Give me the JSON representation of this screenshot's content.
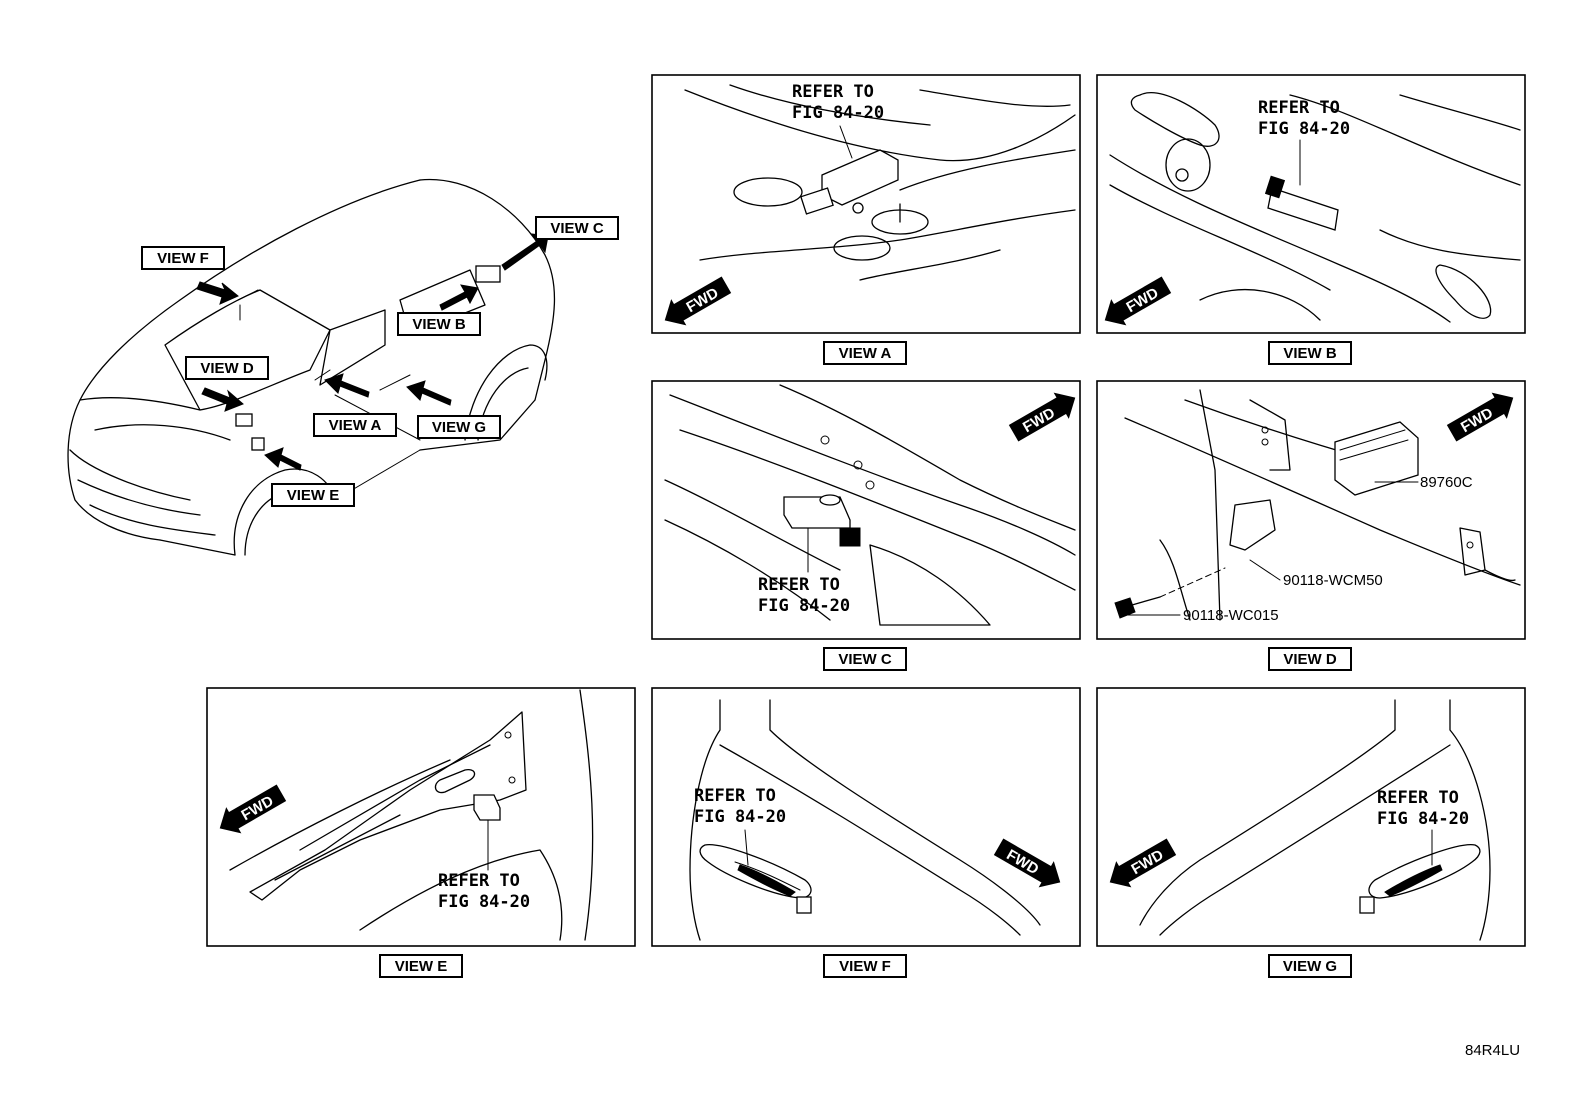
{
  "labels": {
    "view_a": "VIEW A",
    "view_b": "VIEW B",
    "view_c": "VIEW C",
    "view_d": "VIEW D",
    "view_e": "VIEW E",
    "view_f": "VIEW F",
    "view_g": "VIEW G"
  },
  "refer": {
    "line1": "REFER TO",
    "line2": "FIG 84-20"
  },
  "fwd": "FWD",
  "parts": {
    "module": "89760C",
    "bracket_bolt": "90118-WCM50",
    "bolt": "90118-WC015"
  },
  "diagram_code": "84R4LU"
}
